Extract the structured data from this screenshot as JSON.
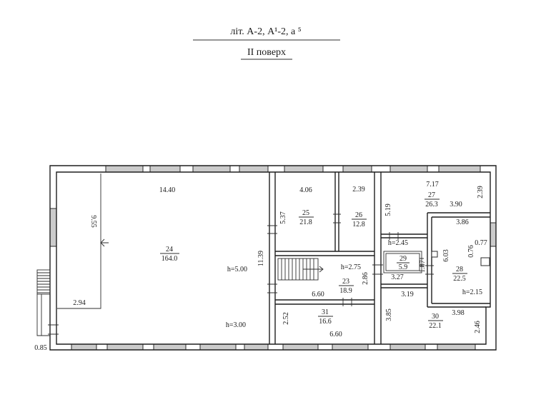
{
  "header": {
    "title": "літ. А-2, А¹-2, а ⁵",
    "floor": "II поверх"
  },
  "rooms": [
    {
      "number": "24",
      "area": "164.0"
    },
    {
      "number": "25",
      "area": "21.8"
    },
    {
      "number": "26",
      "area": "12.8"
    },
    {
      "number": "27",
      "area": "26.3"
    },
    {
      "number": "28",
      "area": "22.5"
    },
    {
      "number": "29",
      "area": "5.9"
    },
    {
      "number": "23",
      "area": "18.9"
    },
    {
      "number": "31",
      "area": "16.6"
    },
    {
      "number": "30",
      "area": "22.1"
    }
  ],
  "dimensions": [
    "14.40",
    "9.55",
    "11.39",
    "2.94",
    "0.85",
    "4.06",
    "5.37",
    "2.39",
    "5.19",
    "7.17",
    "2.39",
    "3.90",
    "3.86",
    "0.77",
    "0.76",
    "6.03",
    "1.87",
    "3.27",
    "3.19",
    "2.86",
    "6.60",
    "2.52",
    "6.60",
    "3.85",
    "3.98",
    "2.46"
  ],
  "heights": [
    "h=5.00",
    "h=3.00",
    "h=2.45",
    "h=2.75",
    "h=2.15"
  ]
}
